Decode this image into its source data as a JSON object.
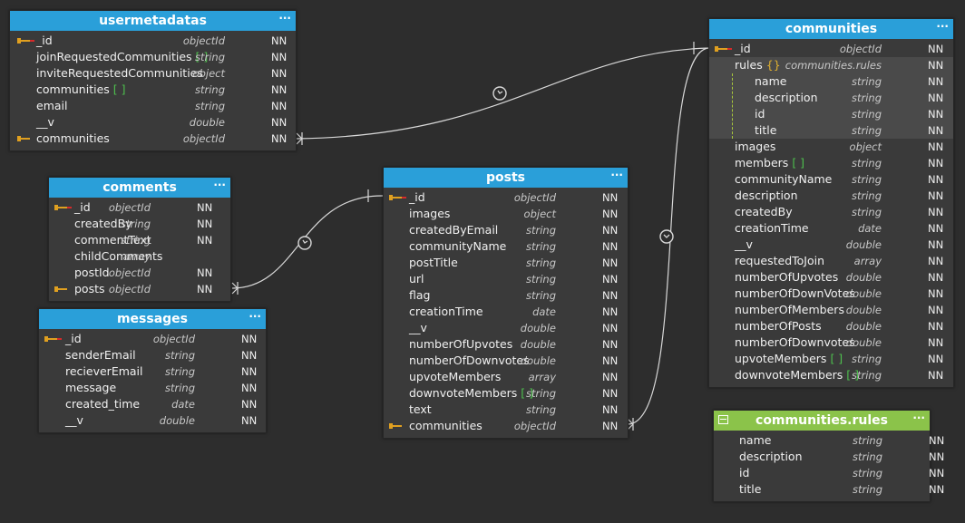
{
  "entities": {
    "usermetadatas": {
      "title": "usermetadatas",
      "menu": "···",
      "fields": [
        {
          "name": "_id",
          "type": "objectId",
          "nn": "NN",
          "key": "pk"
        },
        {
          "name": "joinRequestedCommunities",
          "bracket": "[ ]",
          "type": "string",
          "nn": "NN"
        },
        {
          "name": "inviteRequestedCommunities",
          "type": "object",
          "nn": "NN"
        },
        {
          "name": "communities",
          "bracket": "[ ]",
          "type": "string",
          "nn": "NN"
        },
        {
          "name": "email",
          "type": "string",
          "nn": "NN"
        },
        {
          "name": "__v",
          "type": "double",
          "nn": "NN"
        },
        {
          "name": "communities",
          "type": "objectId",
          "nn": "NN",
          "key": "fk"
        }
      ]
    },
    "comments": {
      "title": "comments",
      "menu": "···",
      "fields": [
        {
          "name": "_id",
          "type": "objectId",
          "nn": "NN",
          "key": "pk"
        },
        {
          "name": "createdBy",
          "type": "string",
          "nn": "NN"
        },
        {
          "name": "commentText",
          "type": "string",
          "nn": "NN"
        },
        {
          "name": "childComments",
          "type": "array",
          "nn": ""
        },
        {
          "name": "postId",
          "type": "objectId",
          "nn": "NN"
        },
        {
          "name": "posts",
          "type": "objectId",
          "nn": "NN",
          "key": "fk"
        }
      ]
    },
    "messages": {
      "title": "messages",
      "menu": "···",
      "fields": [
        {
          "name": "_id",
          "type": "objectId",
          "nn": "NN",
          "key": "pk"
        },
        {
          "name": "senderEmail",
          "type": "string",
          "nn": "NN"
        },
        {
          "name": "recieverEmail",
          "type": "string",
          "nn": "NN"
        },
        {
          "name": "message",
          "type": "string",
          "nn": "NN"
        },
        {
          "name": "created_time",
          "type": "date",
          "nn": "NN"
        },
        {
          "name": "__v",
          "type": "double",
          "nn": "NN"
        }
      ]
    },
    "posts": {
      "title": "posts",
      "menu": "···",
      "fields": [
        {
          "name": "_id",
          "type": "objectId",
          "nn": "NN",
          "key": "pk"
        },
        {
          "name": "images",
          "type": "object",
          "nn": "NN"
        },
        {
          "name": "createdByEmail",
          "type": "string",
          "nn": "NN"
        },
        {
          "name": "communityName",
          "type": "string",
          "nn": "NN"
        },
        {
          "name": "postTitle",
          "type": "string",
          "nn": "NN"
        },
        {
          "name": "url",
          "type": "string",
          "nn": "NN"
        },
        {
          "name": "flag",
          "type": "string",
          "nn": "NN"
        },
        {
          "name": "creationTime",
          "type": "date",
          "nn": "NN"
        },
        {
          "name": "__v",
          "type": "double",
          "nn": "NN"
        },
        {
          "name": "numberOfUpvotes",
          "type": "double",
          "nn": "NN"
        },
        {
          "name": "numberOfDownvotes",
          "type": "double",
          "nn": "NN"
        },
        {
          "name": "upvoteMembers",
          "type": "array",
          "nn": "NN"
        },
        {
          "name": "downvoteMembers",
          "bracket": "[ ]",
          "type": "string",
          "nn": "NN"
        },
        {
          "name": "text",
          "type": "string",
          "nn": "NN"
        },
        {
          "name": "communities",
          "type": "objectId",
          "nn": "NN",
          "key": "fk"
        }
      ]
    },
    "communities": {
      "title": "communities",
      "menu": "···",
      "fields": [
        {
          "name": "_id",
          "type": "objectId",
          "nn": "NN",
          "key": "pk"
        },
        {
          "name": "rules",
          "brace": "{}",
          "type": "communities.rules",
          "nn": "NN",
          "hl": true
        },
        {
          "name": "name",
          "type": "string",
          "nn": "NN",
          "nested": true
        },
        {
          "name": "description",
          "type": "string",
          "nn": "NN",
          "nested": true
        },
        {
          "name": "id",
          "type": "string",
          "nn": "NN",
          "nested": true
        },
        {
          "name": "title",
          "type": "string",
          "nn": "NN",
          "nested": true
        },
        {
          "name": "images",
          "type": "object",
          "nn": "NN"
        },
        {
          "name": "members",
          "bracket": "[ ]",
          "type": "string",
          "nn": "NN"
        },
        {
          "name": "communityName",
          "type": "string",
          "nn": "NN"
        },
        {
          "name": "description",
          "type": "string",
          "nn": "NN"
        },
        {
          "name": "createdBy",
          "type": "string",
          "nn": "NN"
        },
        {
          "name": "creationTime",
          "type": "date",
          "nn": "NN"
        },
        {
          "name": "__v",
          "type": "double",
          "nn": "NN"
        },
        {
          "name": "requestedToJoin",
          "type": "array",
          "nn": "NN"
        },
        {
          "name": "numberOfUpvotes",
          "type": "double",
          "nn": "NN"
        },
        {
          "name": "numberOfDownVotes",
          "type": "double",
          "nn": "NN"
        },
        {
          "name": "numberOfMembers",
          "type": "double",
          "nn": "NN"
        },
        {
          "name": "numberOfPosts",
          "type": "double",
          "nn": "NN"
        },
        {
          "name": "numberOfDownvotes",
          "type": "double",
          "nn": "NN"
        },
        {
          "name": "upvoteMembers",
          "bracket": "[ ]",
          "type": "string",
          "nn": "NN"
        },
        {
          "name": "downvoteMembers",
          "bracket": "[ ]",
          "type": "string",
          "nn": "NN"
        }
      ]
    },
    "communities_rules": {
      "title": "communities.rules",
      "menu": "···",
      "fields": [
        {
          "name": "name",
          "type": "string",
          "nn": "NN"
        },
        {
          "name": "description",
          "type": "string",
          "nn": "NN"
        },
        {
          "name": "id",
          "type": "string",
          "nn": "NN"
        },
        {
          "name": "title",
          "type": "string",
          "nn": "NN"
        }
      ]
    }
  },
  "colors": {
    "canvas": "#2d2d2d",
    "header_collection": "#2a9fd9",
    "header_embedded": "#8bc34a",
    "relationship_line": "#d8d8d8"
  }
}
